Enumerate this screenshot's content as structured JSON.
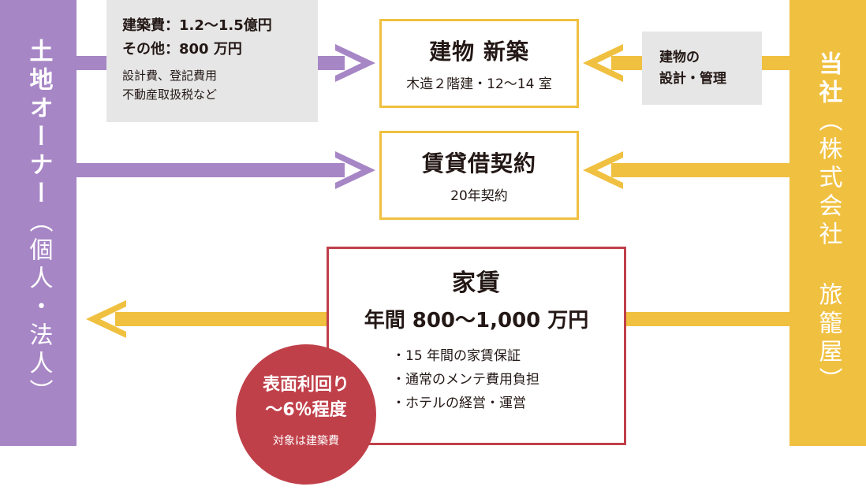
{
  "colors": {
    "purple": "#a786c6",
    "yellow": "#f0c040",
    "red": "#c0404a",
    "grey": "#e6e6e6"
  },
  "owner": {
    "main": "土地オーナー",
    "paren": "（個人・法人）"
  },
  "company": {
    "main": "当社",
    "paren": "（株式会社 旅籠屋）"
  },
  "cost_note": {
    "line1": "建築費：1.2～1.5億円",
    "line2": "その他：800 万円",
    "line3": "設計費、登記費用",
    "line4": "不動産取扱税など"
  },
  "mgmt_note": {
    "line1": "建物の",
    "line2": "設計・管理"
  },
  "building_box": {
    "title": "建物 新築",
    "sub": "木造２階建・12～14 室"
  },
  "lease_box": {
    "title": "賃貸借契約",
    "sub": "20年契約"
  },
  "rent_box": {
    "title": "家賃",
    "amount": "年間 800～1,000 万円",
    "bullets": [
      "15 年間の家賃保証",
      "通常のメンテ費用負担",
      "ホテルの経営・運営"
    ]
  },
  "yield_badge": {
    "line1": "表面利回り",
    "line2": "～6％程度",
    "note": "対象は建築費"
  }
}
